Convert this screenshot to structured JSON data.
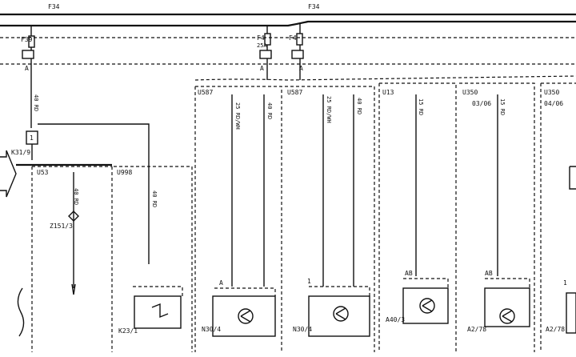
{
  "bus": {
    "left_label": "F34",
    "right_label": "F34"
  },
  "fuses": [
    {
      "label": "F39",
      "rating": "",
      "pin": "A"
    },
    {
      "label": "F4",
      "rating": "25A",
      "pin": "A"
    },
    {
      "label": "F4",
      "rating": "",
      "pin": "A"
    }
  ],
  "wire_colors": {
    "w1": "40 RD",
    "w2": "40 RD",
    "w3": "40 RD",
    "w4": "25 RD/WH",
    "w5": "40 RD",
    "w6": "25 RD/WH",
    "w7": "40 RD",
    "w8": "15 RD",
    "w9": "15 RD"
  },
  "relay": {
    "label": "K31/9",
    "pin": "1"
  },
  "splices": [
    "U53",
    "U998",
    "U587",
    "U587",
    "U13",
    "U350",
    "U350"
  ],
  "page_refs": [
    "03/06",
    "04/06"
  ],
  "diode": {
    "label": "Z151/3"
  },
  "components": [
    {
      "label": "K23/1"
    },
    {
      "label": "N30/4",
      "pin": "A"
    },
    {
      "label": "N30/4",
      "pin": "1"
    },
    {
      "label": "A40/3",
      "pin": "AB"
    },
    {
      "label": "A2/78",
      "pin": "AB"
    },
    {
      "label": "A2/78",
      "pin": "1"
    }
  ]
}
